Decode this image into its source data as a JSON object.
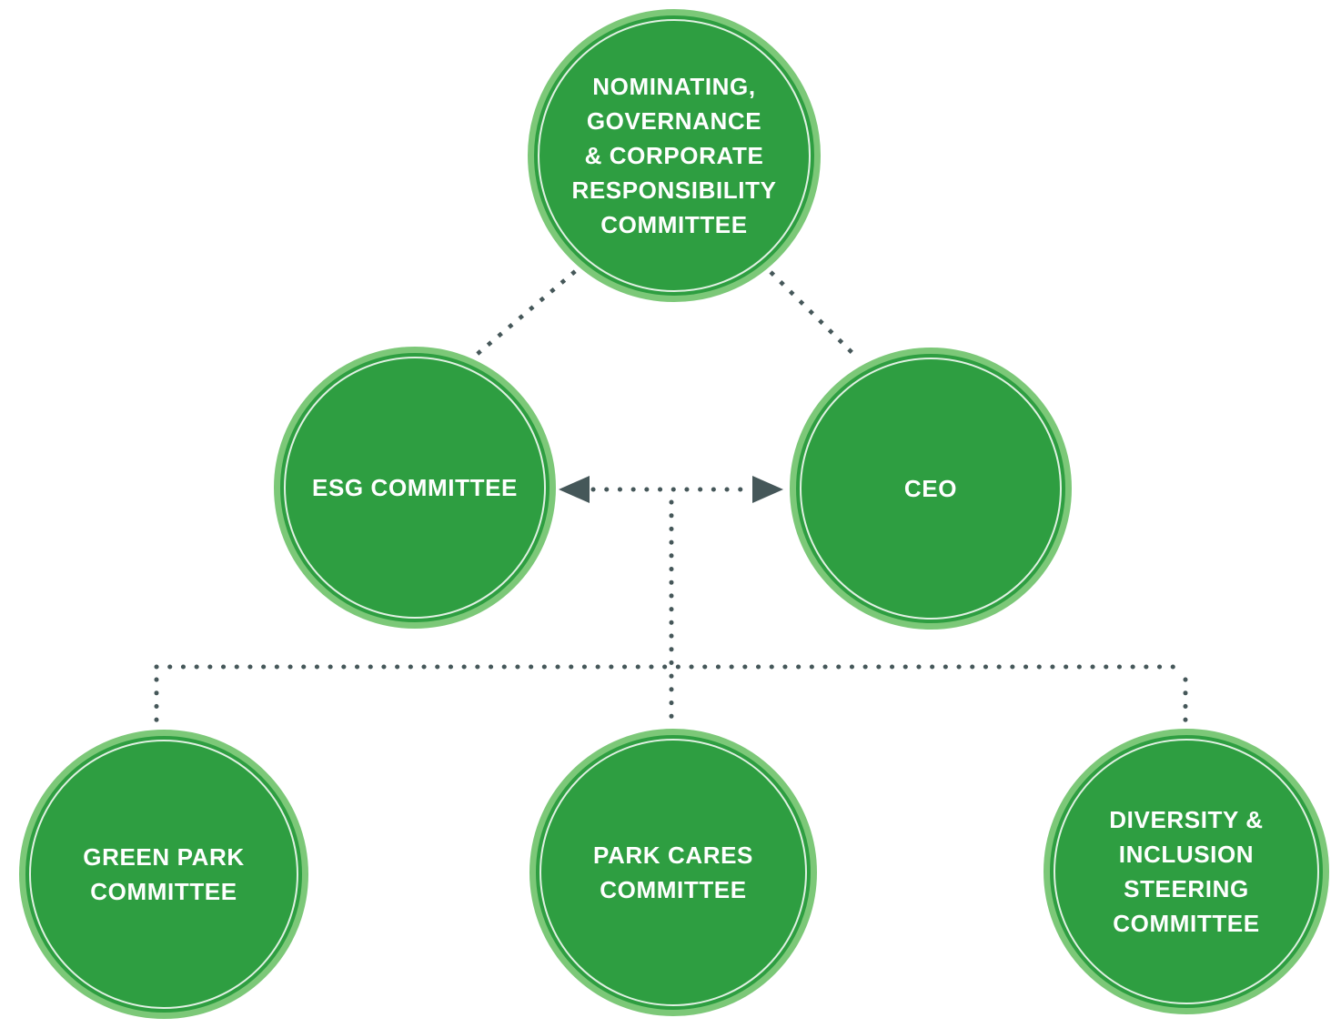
{
  "diagram": {
    "type": "org-chart",
    "nodes": [
      {
        "id": "nominating-governance-corporate-responsibility-committee",
        "label": "NOMINATING,\nGOVERNANCE\n& CORPORATE\nRESPONSIBILITY\nCOMMITTEE"
      },
      {
        "id": "esg-committee",
        "label": "ESG COMMITTEE"
      },
      {
        "id": "ceo",
        "label": "CEO"
      },
      {
        "id": "green-park-committee",
        "label": "GREEN PARK\nCOMMITTEE"
      },
      {
        "id": "park-cares-committee",
        "label": "PARK CARES\nCOMMITTEE"
      },
      {
        "id": "diversity-inclusion-steering-committee",
        "label": "DIVERSITY &\nINCLUSION\nSTEERING\nCOMMITTEE"
      }
    ],
    "edges": [
      {
        "from": "nominating-governance-corporate-responsibility-committee",
        "to": "esg-committee",
        "style": "dotted",
        "arrows": "none"
      },
      {
        "from": "nominating-governance-corporate-responsibility-committee",
        "to": "ceo",
        "style": "dotted",
        "arrows": "none"
      },
      {
        "from": "esg-committee",
        "to": "ceo",
        "style": "dotted",
        "arrows": "both"
      },
      {
        "from": "esg-ceo-link",
        "to": "green-park-committee",
        "style": "dotted",
        "arrows": "none"
      },
      {
        "from": "esg-ceo-link",
        "to": "park-cares-committee",
        "style": "dotted",
        "arrows": "none"
      },
      {
        "from": "esg-ceo-link",
        "to": "diversity-inclusion-steering-committee",
        "style": "dotted",
        "arrows": "none"
      }
    ],
    "colors": {
      "background": "#ffffff",
      "circle_fill": "#2e9e41",
      "circle_border": "#7cc878",
      "inner_ring": "#ffffffd9",
      "connector": "#455759",
      "label": "#ffffff"
    }
  }
}
